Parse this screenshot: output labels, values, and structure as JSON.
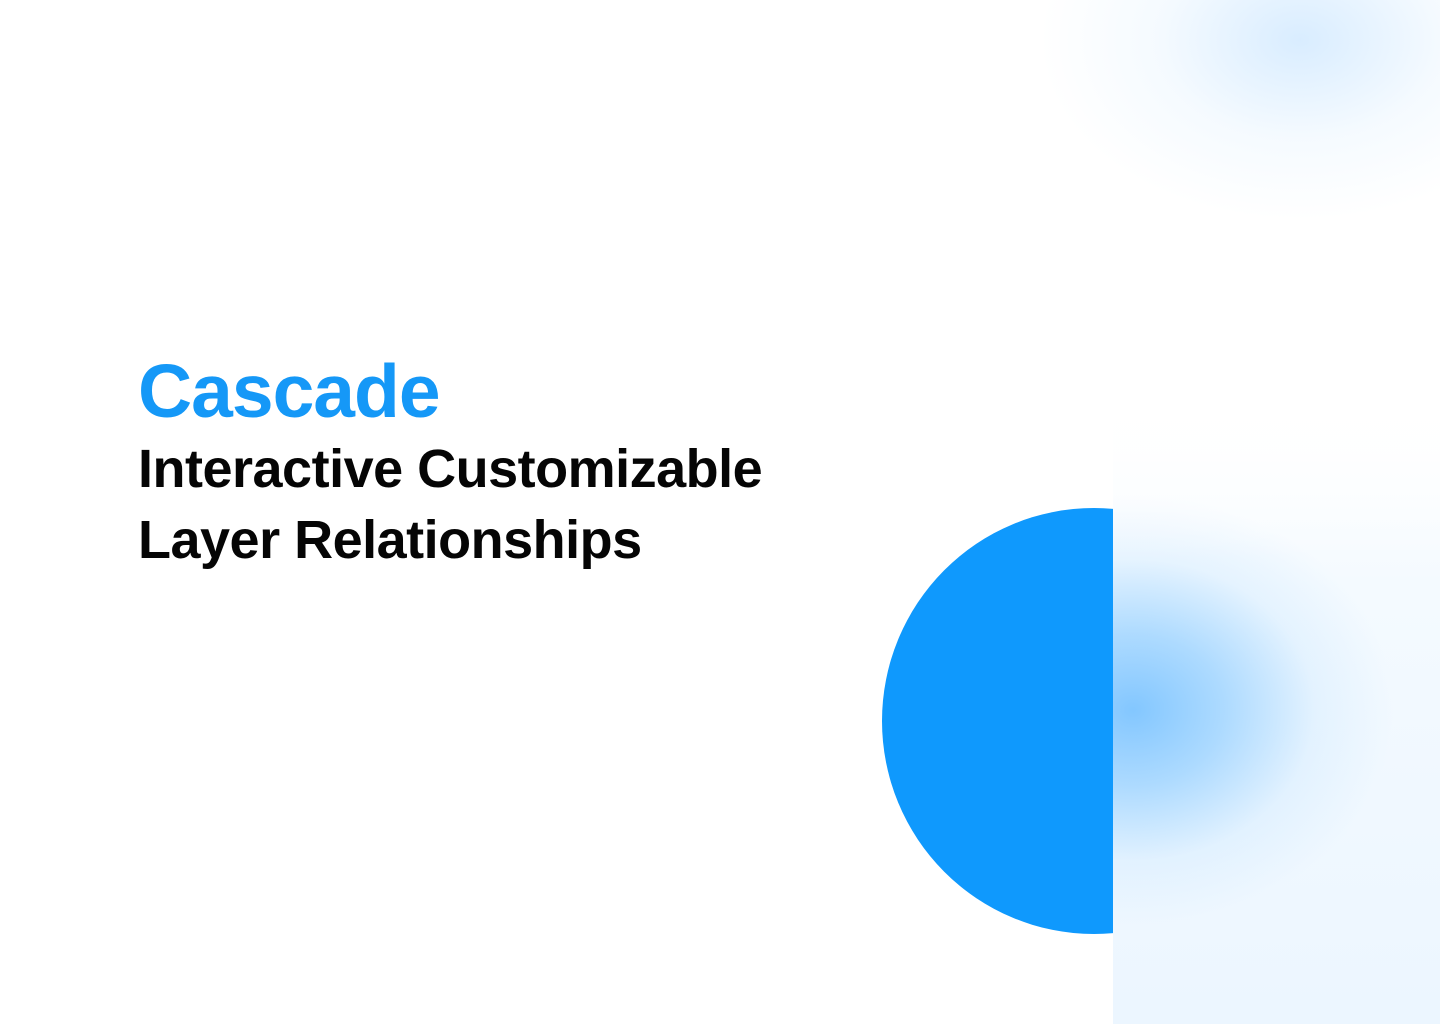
{
  "hero": {
    "title": "Cascade",
    "subtitle_line_1": "Interactive Customizable",
    "subtitle_line_2": "Layer Relationships"
  },
  "colors": {
    "accent": "#0f99fd",
    "title_text": "#1598f7",
    "body_text": "#050505",
    "background": "#ffffff"
  }
}
